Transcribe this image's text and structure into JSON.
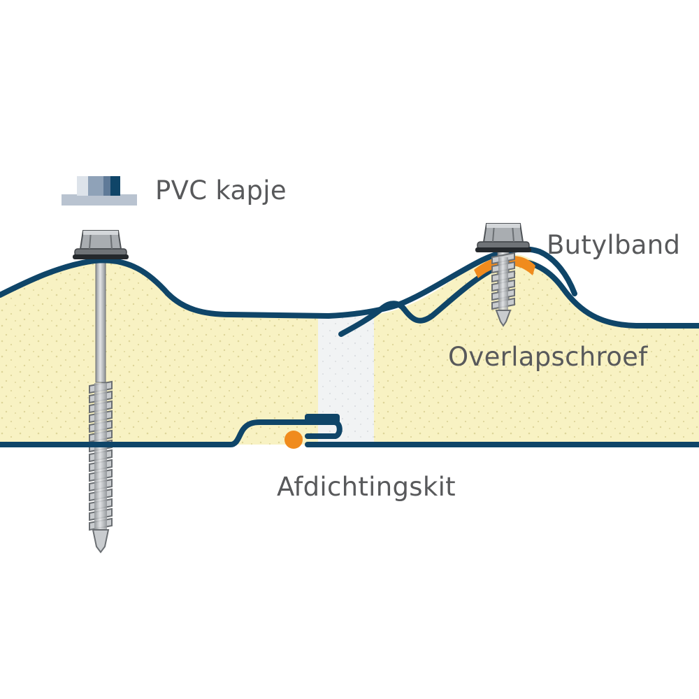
{
  "labels": {
    "pvc_cap": "PVC kapje",
    "butyl_tape": "Butylband",
    "overlap_screw": "Overlapschroef",
    "sealant": "Afdichtingskit"
  },
  "colors": {
    "foam": "#f8f2c3",
    "joint_insulation": "#f1f3f4",
    "steel_sheet": "#0f4568",
    "screw": "#b5b8bc",
    "butyl_band": "#f08b1d",
    "sealant": "#f08b1d",
    "pvc_cap": "#5f7a98",
    "label_text": "#58595b"
  },
  "icons": {
    "pvc_cap": "pvc-cap-icon",
    "long_screw": "long-screw-icon",
    "overlap_screw": "overlap-screw-icon"
  }
}
